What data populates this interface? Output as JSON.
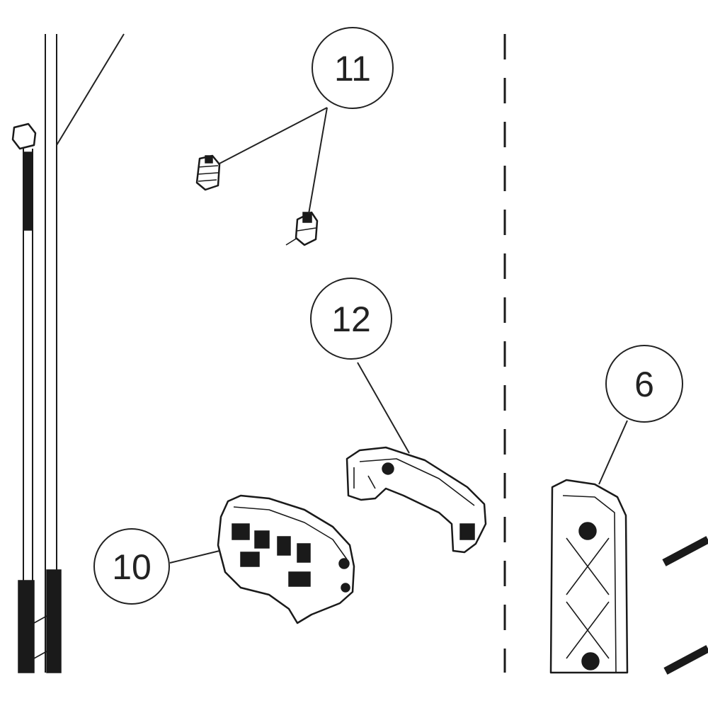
{
  "callouts": {
    "c6": "6",
    "c10": "10",
    "c11": "11",
    "c12": "12"
  },
  "colors": {
    "line": "#1a1a1a",
    "background": "#ffffff"
  }
}
